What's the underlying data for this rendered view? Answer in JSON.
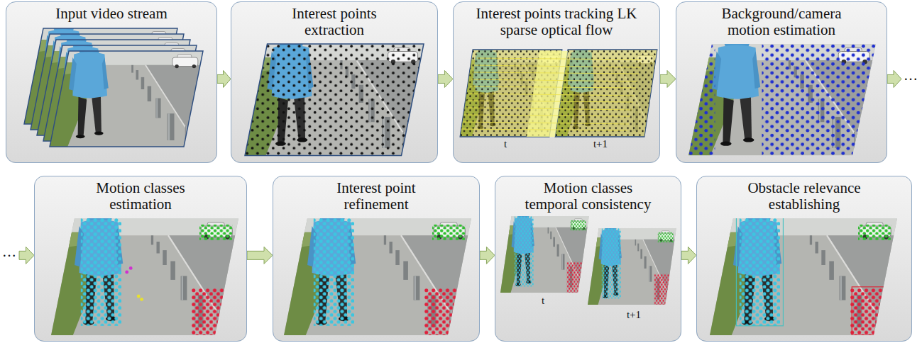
{
  "diagram": {
    "nodes": [
      {
        "text": [
          "Input video stream"
        ]
      },
      {
        "text": [
          "Interest points extraction"
        ]
      },
      {
        "text": [
          "Interest points tracking LK sparse optical flow"
        ]
      },
      {
        "text": [
          "Background/camera motion estimation"
        ]
      },
      {
        "text": [
          "Motion classes estimation"
        ]
      },
      {
        "text": [
          "Interest point refinement"
        ]
      },
      {
        "text": [
          "Motion classes temporal consistency"
        ]
      },
      {
        "text": [
          "Obstacle relevance establishing"
        ]
      }
    ],
    "edges": [
      {
        "from": 0,
        "to": 1,
        "arrow": "to"
      },
      {
        "from": 1,
        "to": 2,
        "arrow": "to"
      },
      {
        "from": 2,
        "to": 3,
        "arrow": "to"
      },
      {
        "from": 3,
        "to": 4,
        "arrow": "to"
      },
      {
        "from": 4,
        "to": 5,
        "arrow": "to"
      },
      {
        "from": 5,
        "to": 6,
        "arrow": "to"
      },
      {
        "from": 6,
        "to": 7,
        "arrow": "to"
      }
    ],
    "labels": [
      "t",
      "t+1",
      "…",
      "…",
      "t",
      "t+1"
    ]
  }
}
